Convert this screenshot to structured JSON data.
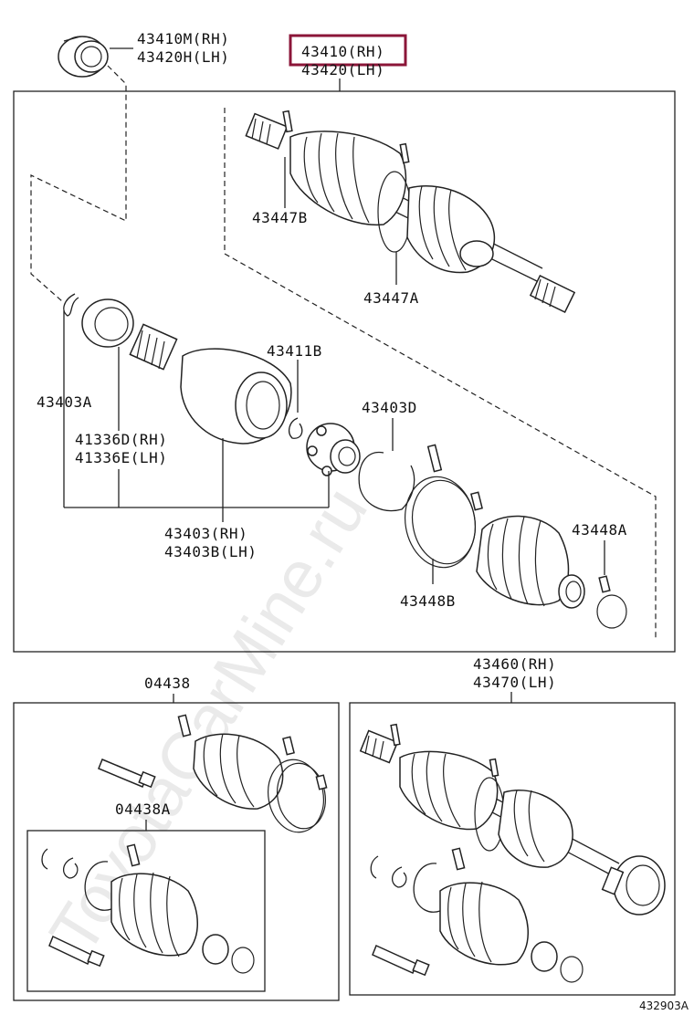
{
  "watermark": "ToyotaCarMine.ru",
  "figure_code": "432903A",
  "highlight_color": "#8b1538",
  "labels": {
    "p43410M": "43410M(RH)",
    "p43420H": "43420H(LH)",
    "p43410": "43410(RH)",
    "p43420": "43420(LH)",
    "p43447B": "43447B",
    "p43447A": "43447A",
    "p43411B": "43411B",
    "p43403A": "43403A",
    "p43403D": "43403D",
    "p41336D": "41336D(RH)",
    "p41336E": "41336E(LH)",
    "p43403RH": "43403(RH)",
    "p43403BLH": "43403B(LH)",
    "p43448A": "43448A",
    "p43448B": "43448B",
    "p04438": "04438",
    "p04438A": "04438A",
    "p43460": "43460(RH)",
    "p43470": "43470(LH)"
  }
}
